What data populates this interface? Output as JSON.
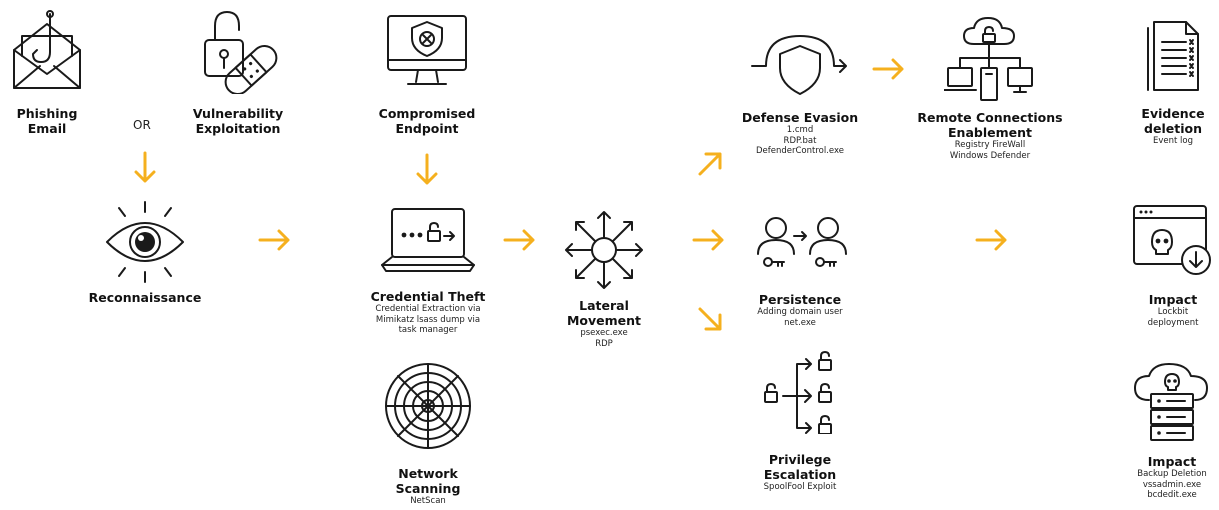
{
  "colors": {
    "arrow": "#f5b01e",
    "ink": "#1a1a1a"
  },
  "or_label": "OR",
  "nodes": {
    "phishing": {
      "title": "Phishing\nEmail",
      "icon": "email-hook-icon"
    },
    "vuln": {
      "title": "Vulnerability\nExploitation",
      "icon": "unlocked-padlock-bandage-icon"
    },
    "recon": {
      "title": "Reconnaissance",
      "icon": "eye-icon"
    },
    "endpoint": {
      "title": "Compromised\nEndpoint",
      "icon": "monitor-shield-icon"
    },
    "cred": {
      "title": "Credential Theft",
      "sub": "Credential Extraction via\nMimikatz lsass dump via\ntask manager",
      "icon": "laptop-password-icon"
    },
    "netscan": {
      "title": "Network\nScanning",
      "sub": "NetScan",
      "icon": "radar-icon"
    },
    "lateral": {
      "title": "Lateral Movement",
      "sub": "psexec.exe\nRDP",
      "icon": "radiating-arrows-icon"
    },
    "defense": {
      "title": "Defense Evasion",
      "sub": "1.cmd\nRDP.bat\nDefenderControl.exe",
      "icon": "shield-evasion-icon"
    },
    "persist": {
      "title": "Persistence",
      "sub": "Adding domain user\nnet.exe",
      "icon": "users-key-icon"
    },
    "privesc": {
      "title": "Privilege\nEscalation",
      "sub": "SpoolFool Exploit",
      "icon": "branching-locks-icon"
    },
    "remote": {
      "title": "Remote Connections\nEnablement",
      "sub": "Registry FireWall\nWindows Defender",
      "icon": "cloud-network-icon"
    },
    "evidence": {
      "title": "Evidence\ndeletion",
      "sub": "Event log",
      "icon": "document-list-icon"
    },
    "impact1": {
      "title": "Impact",
      "sub": "Lockbit\ndeployment",
      "icon": "browser-skull-icon"
    },
    "impact2": {
      "title": "Impact",
      "sub": "Backup Deletion\nvssadmin.exe\nbcdedit.exe",
      "icon": "cloud-server-skull-icon"
    }
  }
}
